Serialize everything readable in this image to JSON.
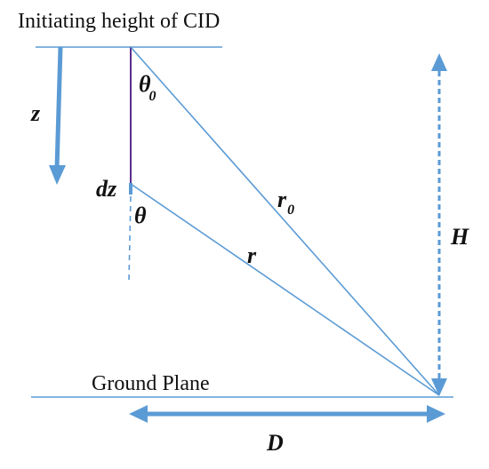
{
  "diagram": {
    "labels": {
      "top_line": "Initiating height of CID",
      "ground_plane": "Ground Plane",
      "z": "z",
      "theta0_symbol": "θ",
      "theta0_sub": "0",
      "dz": "dz",
      "theta": "θ",
      "r0_symbol": "r",
      "r0_sub": "0",
      "r": "r",
      "H": "H",
      "D": "D"
    },
    "colors": {
      "line": "#5b9bd5",
      "arrow": "#5b9bd5",
      "channel": "#5b2d8c",
      "text": "#111111"
    }
  }
}
